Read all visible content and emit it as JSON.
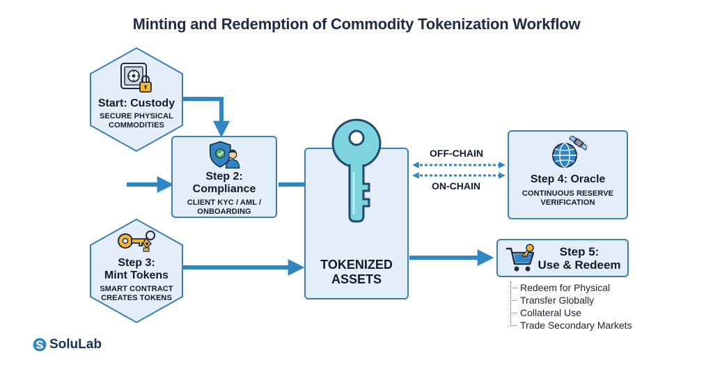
{
  "title": "Minting and Redemption of Commodity Tokenization Workflow",
  "nodes": {
    "custody": {
      "heading": "Start: Custody",
      "sub_line1": "SECURE PHYSICAL",
      "sub_line2": "COMMODITIES",
      "icon": "safe-lock-icon"
    },
    "compliance": {
      "heading": "Step 2: Compliance",
      "sub_line1": "CLIENT KYC / AML /",
      "sub_line2": "ONBOARDING",
      "icon": "shield-user-icon"
    },
    "mint": {
      "heading_line1": "Step 3:",
      "heading_line2": "Mint Tokens",
      "sub_line1": "SMART CONTRACT",
      "sub_line2": "CREATES TOKENS",
      "icon": "key-chain-icon"
    },
    "tokenized": {
      "label_line1": "TOKENIZED",
      "label_line2": "ASSETS",
      "icon": "key-icon"
    },
    "oracle": {
      "heading": "Step 4: Oracle",
      "sub_line1": "CONTINUOUS RESERVE",
      "sub_line2": "VERIFICATION",
      "icon": "satellite-globe-icon"
    },
    "use": {
      "heading_line1": "Step 5:",
      "heading_line2": "Use & Redeem",
      "icon": "cart-key-icon"
    }
  },
  "flow_labels": {
    "off_chain": "OFF-CHAIN",
    "on_chain": "ON-CHAIN"
  },
  "use_items": [
    "Redeem for Physical",
    "Transfer Globally",
    "Collateral Use",
    "Trade Secondary Markets"
  ],
  "brand": {
    "name": "SoluLab"
  },
  "colors": {
    "arrow": "#2f86c2",
    "box_fill": "#e3eef8",
    "box_border": "#3b7fb8",
    "key_fill": "#7dd3de",
    "key_stroke": "#1f4a6b",
    "title": "#1f2a44"
  }
}
